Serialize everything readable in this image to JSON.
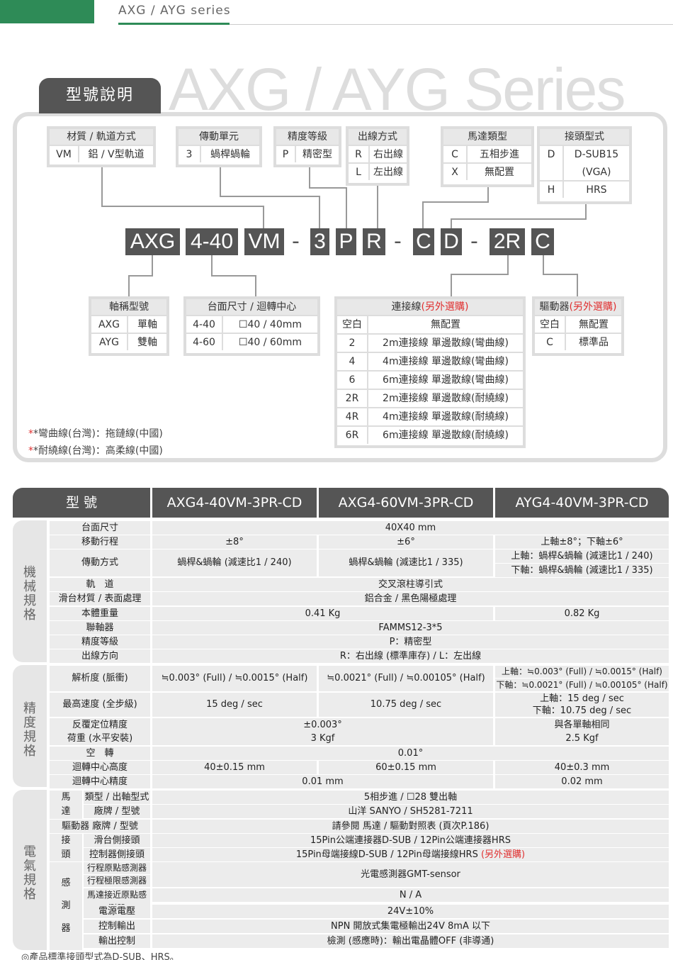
{
  "header": {
    "series": "AXG / AYG  series",
    "big": "AXG / AYG  Series",
    "tab": "型號說明"
  },
  "boxes": {
    "material": {
      "title": "材質 / 軌道方式",
      "k": "VM",
      "v": "鋁 / V型軌道"
    },
    "drive": {
      "title": "傳動單元",
      "k": "3",
      "v": "蝸桿蝸輪"
    },
    "precision": {
      "title": "精度等級",
      "k": "P",
      "v": "精密型"
    },
    "outlet": {
      "title": "出線方式",
      "r1k": "R",
      "r1v": "右出線",
      "r2k": "L",
      "r2v": "左出線"
    },
    "motor": {
      "title": "馬達類型",
      "r1k": "C",
      "r1v": "五相步進",
      "r2k": "X",
      "r2v": "無配置"
    },
    "conn": {
      "title": "接頭型式",
      "r1k": "D",
      "r1v1": "D-SUB15",
      "r1v2": "(VGA)",
      "r2k": "H",
      "r2v": "HRS"
    },
    "axis": {
      "title": "軸稱型號",
      "r1k": "AXG",
      "r1v": "單軸",
      "r2k": "AYG",
      "r2v": "雙軸"
    },
    "table": {
      "title": "台面尺寸 / 迴轉中心",
      "r1k": "4-40",
      "r1v": "☐40 / 40mm",
      "r2k": "4-60",
      "r2v": "☐40 / 60mm"
    },
    "cable": {
      "title": "連接線",
      "opt": "(另外選購)",
      "rows": [
        [
          "空白",
          "無配置"
        ],
        [
          "2",
          "2m連接線 單邊散線(彎曲線)"
        ],
        [
          "4",
          "4m連接線 單邊散線(彎曲線)"
        ],
        [
          "6",
          "6m連接線 單邊散線(彎曲線)"
        ],
        [
          "2R",
          "2m連接線 單邊散線(耐繞線)"
        ],
        [
          "4R",
          "4m連接線 單邊散線(耐繞線)"
        ],
        [
          "6R",
          "6m連接線 單邊散線(耐繞線)"
        ]
      ]
    },
    "driver": {
      "title": "驅動器",
      "opt": "(另外選購)",
      "r1k": "空白",
      "r1v": "無配置",
      "r2k": "C",
      "r2v": "標準品"
    }
  },
  "model": {
    "p1": "AXG",
    "p2": "4-40",
    "p3": "VM",
    "d1": "-",
    "p4": "3",
    "p5": "P",
    "p6": "R",
    "d2": "-",
    "p7": "C",
    "p8": "D",
    "d3": "-",
    "p9": "2R",
    "p10": "C"
  },
  "notes": {
    "n1": "*彎曲線(台灣)：拖鏈線(中國)",
    "n2": "*耐繞線(台灣)：高柔線(中國)"
  },
  "spec": {
    "h0": "型 號",
    "h1": "AXG4-40VM-3PR-CD",
    "h2": "AXG4-60VM-3PR-CD",
    "h3": "AYG4-40VM-3PR-CD",
    "g1": "機械規格",
    "g2": "精度規格",
    "g3": "電氣規格",
    "r1l": "台面尺寸",
    "r1v": "40X40 mm",
    "r2l": "移動行程",
    "r2a": "±8°",
    "r2b": "±6°",
    "r2c": "上軸±8°；下軸±6°",
    "r3l": "傳動方式",
    "r3a": "蝸桿&蝸輪 (減速比1 / 240)",
    "r3b": "蝸桿&蝸輪 (減速比1 / 335)",
    "r3c1": "上軸：蝸桿&蝸輪 (減速比1 / 240)",
    "r3c2": "下軸：蝸桿&蝸輪 (減速比1 / 335)",
    "r4l": "軌　道",
    "r4v": "交叉滾柱導引式",
    "r5l": "滑台材質 / 表面處理",
    "r5v": "鋁合金 / 黑色陽極處理",
    "r6l": "本體重量",
    "r6a": "0.41 Kg",
    "r6c": "0.82 Kg",
    "r7l": "聯軸器",
    "r7v": "FAMMS12-3*5",
    "r8l": "精度等級",
    "r8v": "P：精密型",
    "r9l": "出線方向",
    "r9v": "R：右出線 (標準庫存) / L：左出線",
    "p1l": "解析度 (脈衝)",
    "p1a": "≒0.003° (Full) / ≒0.0015° (Half)",
    "p1b": "≒0.0021° (Full) / ≒0.00105° (Half)",
    "p1c1": "上軸：≒0.003° (Full) / ≒0.0015° (Half)",
    "p1c2": "下軸：≒0.0021° (Full) / ≒0.00105° (Half)",
    "p2l": "最高速度 (全步級)",
    "p2a": "15 deg / sec",
    "p2b": "10.75 deg / sec",
    "p2c1": "上軸：15 deg / sec",
    "p2c2": "下軸：10.75 deg / sec",
    "p3l": "反覆定位精度",
    "p3a": "±0.003°",
    "p3c": "與各單軸相同",
    "p4l": "荷重 (水平安裝)",
    "p4a": "3 Kgf",
    "p4c": "2.5 Kgf",
    "p5l": "空　轉",
    "p5v": "0.01°",
    "p6l": "迴轉中心高度",
    "p6a": "40±0.15 mm",
    "p6b": "60±0.15 mm",
    "p6c": "40±0.3 mm",
    "p7l": "迴轉中心精度",
    "p7a": "0.01 mm",
    "p7c": "0.02 mm",
    "e_motor1": "馬",
    "e_motor2": "達",
    "e_conn1": "接",
    "e_conn2": "頭",
    "e_sens1": "感",
    "e_sens2": "測",
    "e_sens3": "器",
    "e1l": "類型 / 出軸型式",
    "e1v": "5相步進 / ☐28 雙出軸",
    "e2l": "廠牌 / 型號",
    "e2v": "山洋 SANYO / SH5281-7211",
    "e3l": "驅動器 廠牌 / 型號",
    "e3v": "請參閱 馬達 / 驅動對照表 (頁次P.186)",
    "e4l": "滑台側接頭",
    "e4v": "15Pin公端連接器D-SUB / 12Pin公端連接器HRS",
    "e5l": "控制器側接頭",
    "e5v": "15Pin母端接線D-SUB / 12Pin母端接線HRS",
    "e5o": "(另外選購)",
    "e6l": "行程原點感測器",
    "e7l": "行程極限感測器",
    "e67v": "光電感測器GMT-sensor",
    "e8l": "馬達接近原點感測器",
    "e8v": "N / A",
    "e9l": "電源電壓",
    "e9v": "24V±10%",
    "e10l": "控制輸出",
    "e10v": "NPN 開放式集電極輸出24V 8mA 以下",
    "e11l": "輸出控制",
    "e11v": "檢測 (感應時)：輸出電晶體OFF (非導通)"
  },
  "footer": "◎產品標準接頭型式為D-SUB、HRS。"
}
